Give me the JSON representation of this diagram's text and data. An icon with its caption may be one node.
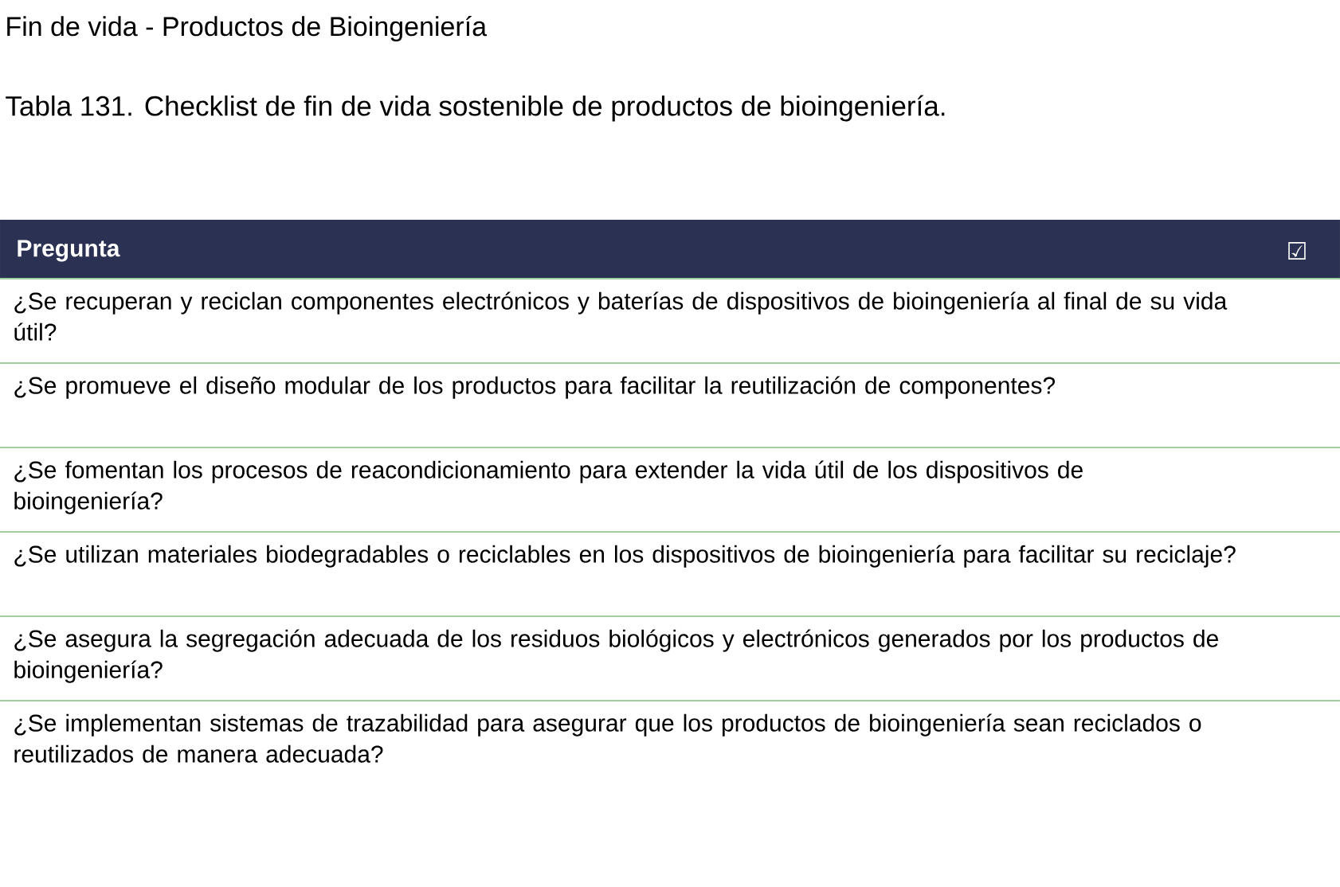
{
  "diagram": {
    "title": "Fin de vida - Productos de Bioingeniería",
    "caption": "Tabla 131. Checklist de fin de vida sostenible de productos de bioingeniería.",
    "labels": [
      "Pregunta",
      "☑",
      "¿Se recuperan y reciclan componentes electrónicos y baterías de dispositivos de bioingeniería al final de su vida útil?",
      "¿Se promueve el diseño modular de los productos para facilitar la reutilización de componentes?",
      "¿Se fomentan los procesos de reacondicionamiento para extender la vida útil de los dispositivos de bioingeniería?",
      "¿Se utilizan materiales biodegradables o reciclables en los dispositivos de bioingeniería para facilitar su reciclaje?",
      "¿Se asegura la segregación adecuada de los residuos biológicos y electrónicos generados por los productos de bioingeniería?",
      "¿Se implementan sistemas de trazabilidad para asegurar que los productos de bioingeniería sean reciclados o reutilizados de manera adecuada?"
    ]
  }
}
